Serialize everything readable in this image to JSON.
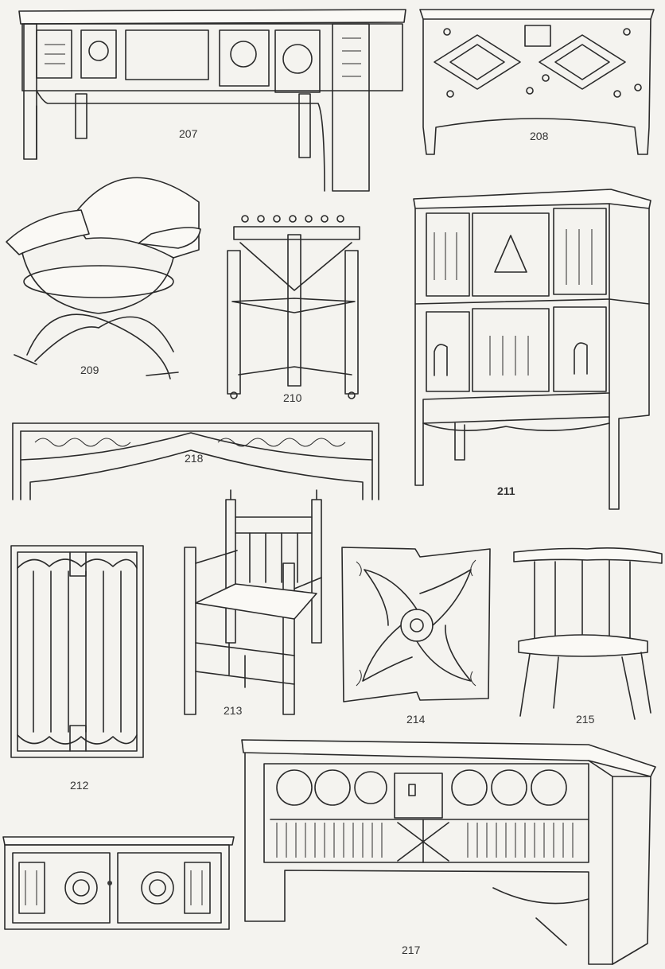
{
  "figures": [
    {
      "id": "fig-207",
      "label": "207",
      "subject": "long side table with carved panels"
    },
    {
      "id": "fig-208",
      "label": "208",
      "subject": "boarded chest with diamond carving"
    },
    {
      "id": "fig-209",
      "label": "209",
      "subject": "X-frame folding chair"
    },
    {
      "id": "fig-210",
      "label": "210",
      "subject": "turned triangular chair"
    },
    {
      "id": "fig-211",
      "label": "211",
      "subject": "tall court cupboard"
    },
    {
      "id": "fig-212",
      "label": "212",
      "subject": "linenfold panel"
    },
    {
      "id": "fig-213",
      "label": "213",
      "subject": "turned armchair with spindle back"
    },
    {
      "id": "fig-214",
      "label": "214",
      "subject": "carved square leaf panel"
    },
    {
      "id": "fig-215",
      "label": "215",
      "subject": "stick-back stool chair"
    },
    {
      "id": "fig-216",
      "label": "",
      "subject": "low carved chest"
    },
    {
      "id": "fig-217",
      "label": "217",
      "subject": "large carved chest on stiles"
    },
    {
      "id": "fig-218",
      "label": "218",
      "subject": "carved arched frieze"
    }
  ]
}
